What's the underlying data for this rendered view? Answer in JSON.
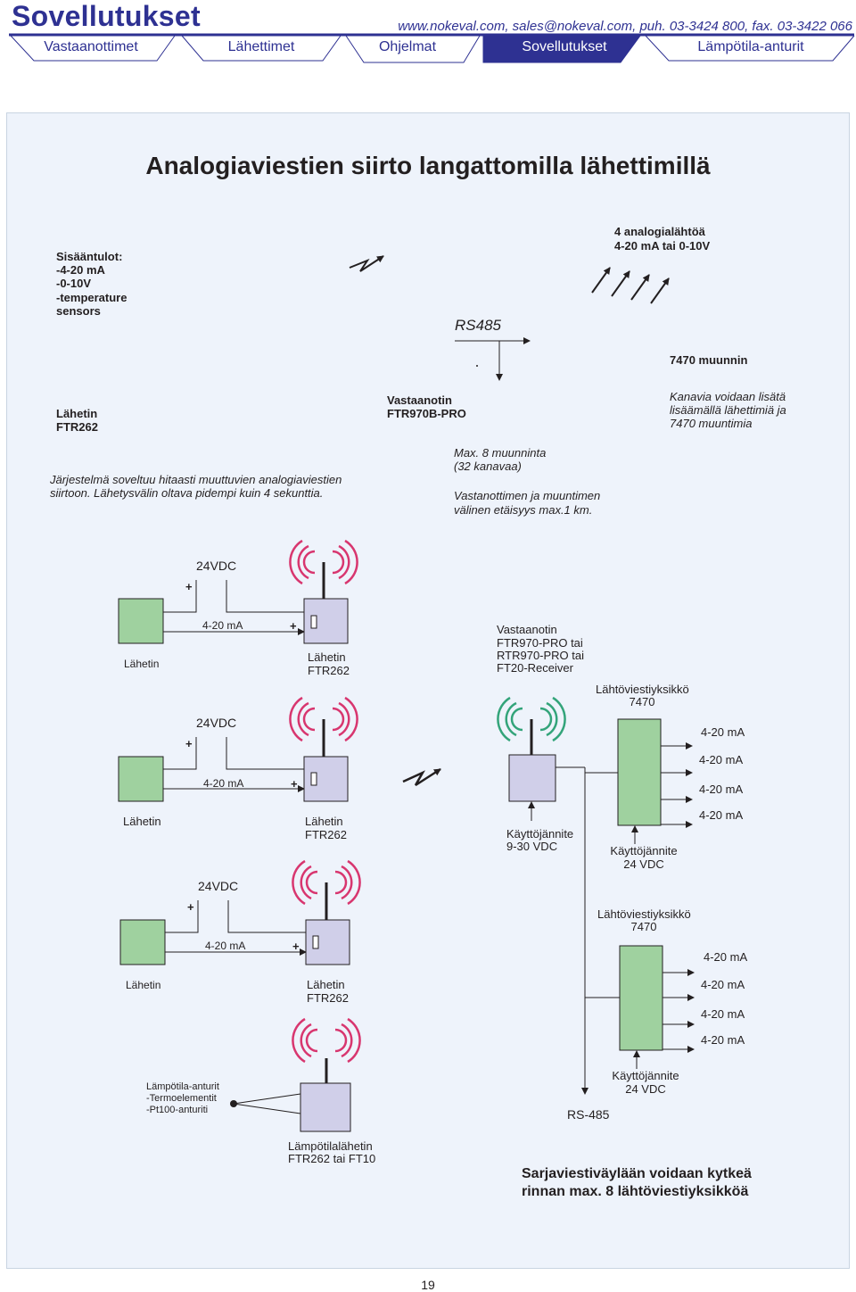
{
  "header": {
    "title": "Sovellutukset",
    "contact": "www.nokeval.com, sales@nokeval.com, puh. 03-3424 800, fax. 03-3422 066"
  },
  "tabs": [
    {
      "label": "Vastaanottimet"
    },
    {
      "label": "Lähettimet"
    },
    {
      "label": "Ohjelmat"
    },
    {
      "label": "Sovellutukset"
    },
    {
      "label": "Lämpötila-anturit"
    }
  ],
  "colors": {
    "brand": "#2e3192",
    "panel": "#eef3fb",
    "green_box": "#9fd19f",
    "purple_box": "#d0cfe9",
    "antenna_red": "#d8366f",
    "antenna_green": "#33a47a"
  },
  "main_title": "Analogiaviestien siirto  langattomilla lähettimillä",
  "top_diagram": {
    "inputs": [
      "Sisääntulot:",
      "-4-20 mA",
      "-0-10V",
      "-temperature",
      " sensors"
    ],
    "outputs": [
      "4 analogialähtöä",
      "4-20 mA tai 0-10V"
    ],
    "rs485": "RS485",
    "converter": "7470 muunnin",
    "transmitter": [
      "Lähetin",
      "FTR262"
    ],
    "receiver": [
      "Vastaanotin",
      "FTR970B-PRO"
    ],
    "channels_note": [
      "Kanavia voidaan lisätä",
      "lisäämällä lähettimiä ja",
      "7470 muuntimia"
    ],
    "system_note": [
      "Järjestelmä soveltuu hitaasti muuttuvien analogiaviestien",
      "siirtoon.  Lähetysvälin oltava pidempi kuin 4 sekunttia."
    ],
    "max_note": [
      "Max. 8 muunninta",
      "(32 kanavaa)"
    ],
    "distance_note": [
      "Vastanottimen ja muuntimen",
      "välinen etäisyys max.1 km."
    ]
  },
  "wiring": {
    "supply": "24VDC",
    "plus": "+",
    "signal": "4-20 mA",
    "sensor_label": "Lähetin",
    "transmitter_label": [
      "Lähetin",
      "FTR262"
    ],
    "receiver_label": [
      "Vastaanotin",
      "FTR970-PRO tai",
      "RTR970-PRO tai",
      "FT20-Receiver"
    ],
    "receiver_supply": [
      "Käyttöjännite",
      "9-30 VDC"
    ],
    "output_unit": [
      "Lähtöviestiyksikkö",
      "7470"
    ],
    "output_supply": [
      "Käyttöjännite",
      "24 VDC"
    ],
    "output_channel": "4-20 mA",
    "temp_sensors": [
      "Lämpötila-anturit",
      "-Termoelementit",
      "-Pt100-anturiti"
    ],
    "temp_transmitter": [
      "Lämpötilalähetin",
      "FTR262 tai FT10"
    ],
    "rs485": "RS-485",
    "serial_note": [
      "Sarjaviestiväylään voidaan kytkeä",
      "rinnan max. 8  lähtöviestiyksikköä"
    ]
  },
  "page_number": "19"
}
